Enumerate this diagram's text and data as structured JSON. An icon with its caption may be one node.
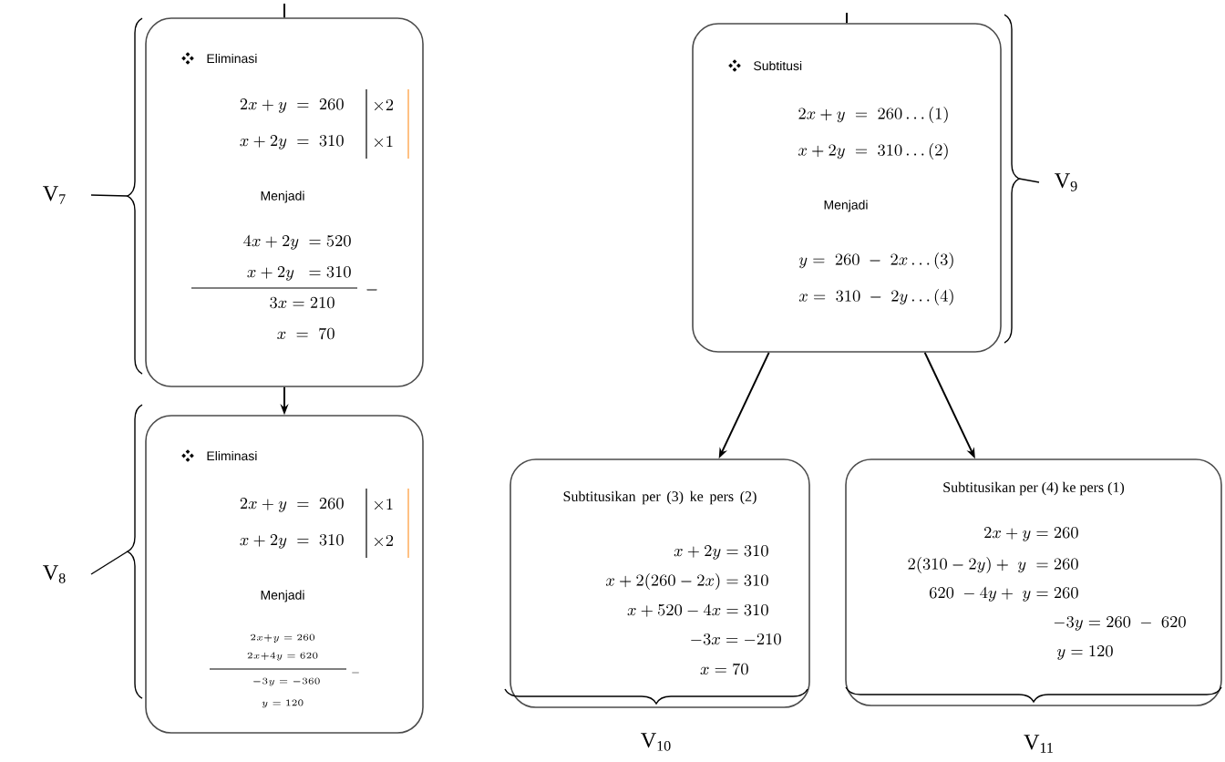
{
  "diagram": {
    "nodes": [
      {
        "text": [
          "Eliminasi",
          "2x + y \\;=\\; 260",
          "x + 2y \\;=\\; 310",
          "\\times 2",
          "\\times 1",
          "Menjadi",
          "4x + 2y \\;= 520",
          "x + 2y \\;\\;= 310",
          "-",
          "3x = 210",
          "x \\;=\\; 70"
        ],
        "beside": [
          "V$_{7}$"
        ]
      },
      {
        "text": [
          "Eliminasi",
          "2x + y \\;=\\; 260",
          "x + 2y \\;=\\; 310",
          "\\times 1",
          "\\times 2",
          "Menjadi",
          "2x{+}y = 260",
          "2x{+}4y = 620",
          "-",
          "-3y = -360",
          "y = 120"
        ],
        "beside": [
          "V$_{8}$"
        ]
      },
      {
        "text": [
          "Subtitusi",
          "2x + y \\;=\\; 260 \\ldots(1)",
          "x + 2y \\;=\\; 310 \\ldots(2)",
          "Menjadi",
          "y = \\;260\\; - \\;2x \\ldots(3)",
          "x = \\;310\\; - \\;2y \\ldots(4)"
        ],
        "beside": [
          "V$_{9}$"
        ]
      },
      {
        "text": [
          "Subtitusikan per (3) ke pers (2)",
          "x + 2y = 310",
          "x + 2(260 - 2x) = 310",
          "x + 520 - 4x = 310",
          "-3x = -210",
          "x = 70"
        ],
        "beside": [
          "V$_{10}$"
        ]
      },
      {
        "text": [
          "Subtitusikan per (4) ke pers (1)",
          "2x + y = 260",
          "2(310 - 2y) + \\;y\\; = 260",
          "620 \\;- 4y + \\;y = 260",
          "-3y = 260 \\;-\\; 620",
          "y = 120"
        ],
        "beside": [
          "V$_{11}$"
        ]
      }
    ],
    "edges": [
      {
        "from": null,
        "to": 0,
        "arrow": "none"
      },
      {
        "from": 0,
        "to": 1,
        "arrow": "to"
      },
      {
        "from": null,
        "to": 2,
        "arrow": "none"
      },
      {
        "from": 2,
        "to": 3,
        "arrow": "to"
      },
      {
        "from": 2,
        "to": 4,
        "arrow": "to"
      }
    ]
  }
}
